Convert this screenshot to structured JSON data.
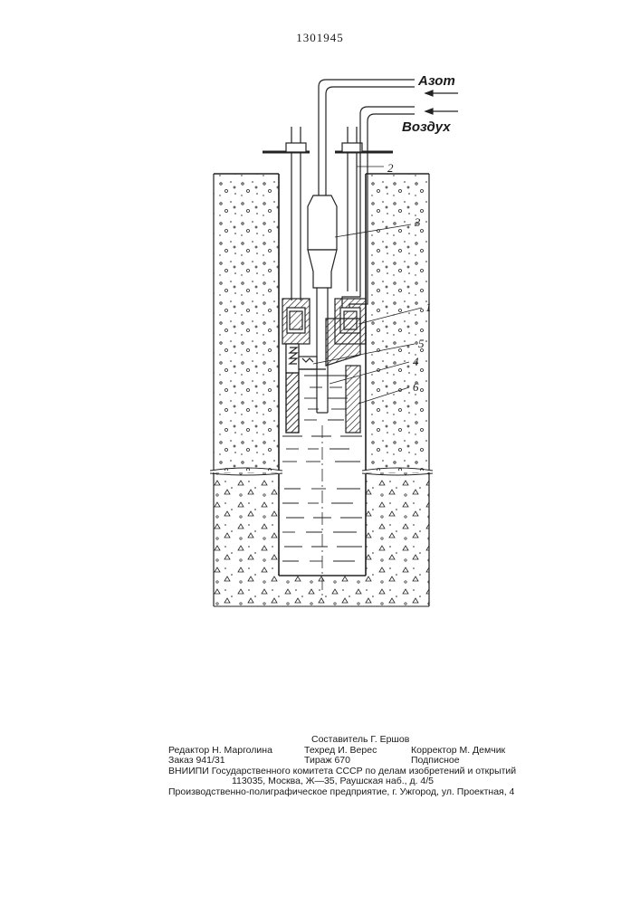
{
  "document": {
    "patent_number": "1301945"
  },
  "drawing": {
    "gas_labels": {
      "nitrogen": "Азот",
      "air": "Воздух"
    },
    "callouts": [
      "1",
      "2",
      "3",
      "4",
      "5",
      "6"
    ]
  },
  "imprint": {
    "compiler": "Составитель Г. Ершов",
    "editor": "Редактор Н. Марголина",
    "techred": "Техред И. Верес",
    "corrector": "Корректор М. Демчик",
    "order": "Заказ 941/31",
    "circulation": "Тираж 670",
    "signed": "Подписное",
    "org": "ВНИИПИ Государственного комитета СССР по делам изобретений и открытий",
    "address": "113035, Москва, Ж—35, Раушская наб., д. 4/5",
    "printer": "Производственно-полиграфическое предприятие, г. Ужгород, ул. Проектная, 4"
  }
}
